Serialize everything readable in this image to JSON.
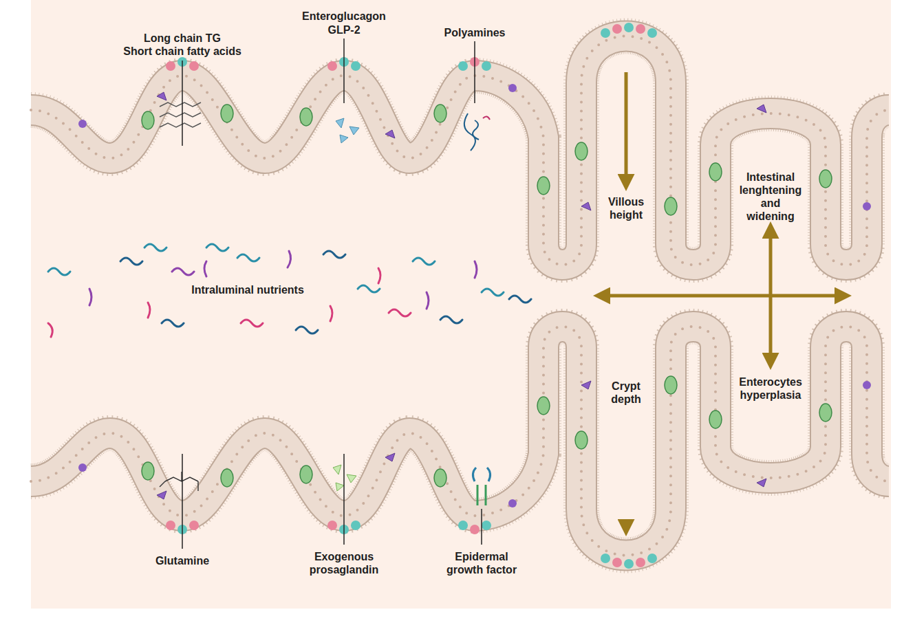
{
  "diagram": {
    "labels": [
      "Long chain TG",
      "Short chain fatty acids",
      "Enteroglucagon",
      "GLP-2",
      "Polyamines",
      "Villous height",
      "Intestinal lenghtening and widening",
      "Intraluminal nutrients",
      "Crypt depth",
      "Enterocytes hyperplasia",
      "Glutamine",
      "Exogenous prosaglandin",
      "Epidermal growth factor"
    ]
  }
}
